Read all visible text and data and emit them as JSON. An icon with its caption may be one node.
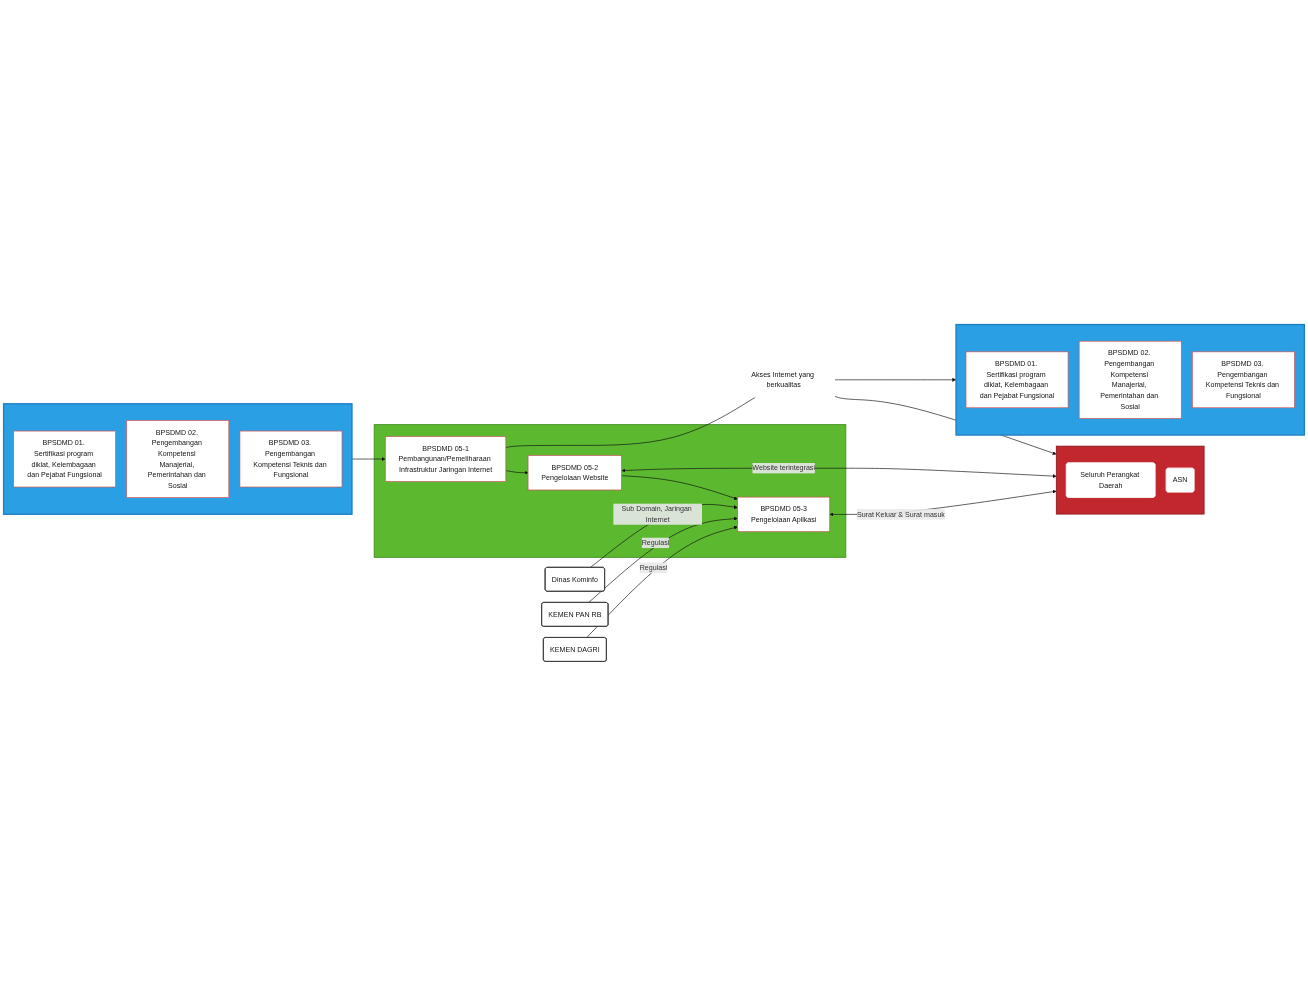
{
  "diagram": {
    "nodes": [
      {
        "text": [],
        "shape": "box"
      },
      {
        "text": [
          "BPSDMD 01. Sertifikasi program diklat, Kelembagaan dan Pejabat Fungsional"
        ],
        "in": 0
      },
      {
        "text": [
          "BPSDMD 02. Pengembangan Kompetensi Manajerial, Pemerintahan dan Sosial"
        ],
        "in": 0
      },
      {
        "text": [
          "BPSDMD 03. Pengembangan Kompetensi Teknis dan Fungsional"
        ],
        "in": 0
      },
      {
        "text": [],
        "shape": "box"
      },
      {
        "text": [
          "BPSDMD 05-1",
          "Pembangunan/Pemeliharaan Infrastruktur Jaringan Internet"
        ],
        "in": 4
      },
      {
        "text": [
          "BPSDMD 05-2",
          "Pengelolaan Website"
        ],
        "in": 4
      },
      {
        "text": [
          "BPSDMD 05-3",
          "Pengelolaan Aplikasi"
        ],
        "in": 4
      },
      {
        "text": [
          "Akses Internet yang berkualitas"
        ]
      },
      {
        "text": [],
        "shape": "box"
      },
      {
        "text": [
          "BPSDMD 01. Sertifikasi program diklat, Kelembagaan dan Pejabat Fungsional"
        ],
        "in": 9
      },
      {
        "text": [
          "BPSDMD 02. Pengembangan Kompetensi Manajerial, Pemerintahan dan Sosial"
        ],
        "in": 9
      },
      {
        "text": [
          "BPSDMD 03. Pengembangan Kompetensi Teknis dan Fungsional"
        ],
        "in": 9
      },
      {
        "text": [],
        "shape": "box"
      },
      {
        "text": [
          "Seluruh Perangkat Daerah"
        ],
        "in": 13
      },
      {
        "text": [
          "ASN"
        ],
        "in": 13
      },
      {
        "text": [
          "Dinas Kominfo"
        ]
      },
      {
        "text": [
          "KEMEN PAN RB"
        ]
      },
      {
        "text": [
          "KEMEN DAGRI"
        ]
      }
    ],
    "edges": [
      {
        "from": 0,
        "to": 5,
        "arrow": "to"
      },
      {
        "from": 5,
        "to": 6,
        "arrow": "to"
      },
      {
        "from": 6,
        "to": 7,
        "arrow": "to"
      },
      {
        "from": 5,
        "to": 8,
        "arrow": "none"
      },
      {
        "from": 8,
        "to": 9,
        "arrow": "to"
      },
      {
        "from": 8,
        "to": 13,
        "arrow": "to"
      },
      {
        "from": 6,
        "to": 13,
        "arrow": "both",
        "label": "Website terintegrasi"
      },
      {
        "from": 7,
        "to": 13,
        "arrow": "both",
        "label": "Surat Keluar & Surat masuk"
      },
      {
        "from": 16,
        "to": 7,
        "arrow": "to",
        "label": "Sub Domain, Jaringan Internet"
      },
      {
        "from": 17,
        "to": 7,
        "arrow": "to",
        "label": "Regulasi"
      },
      {
        "from": 18,
        "to": 7,
        "arrow": "to",
        "label": "Regulasi"
      }
    ]
  }
}
